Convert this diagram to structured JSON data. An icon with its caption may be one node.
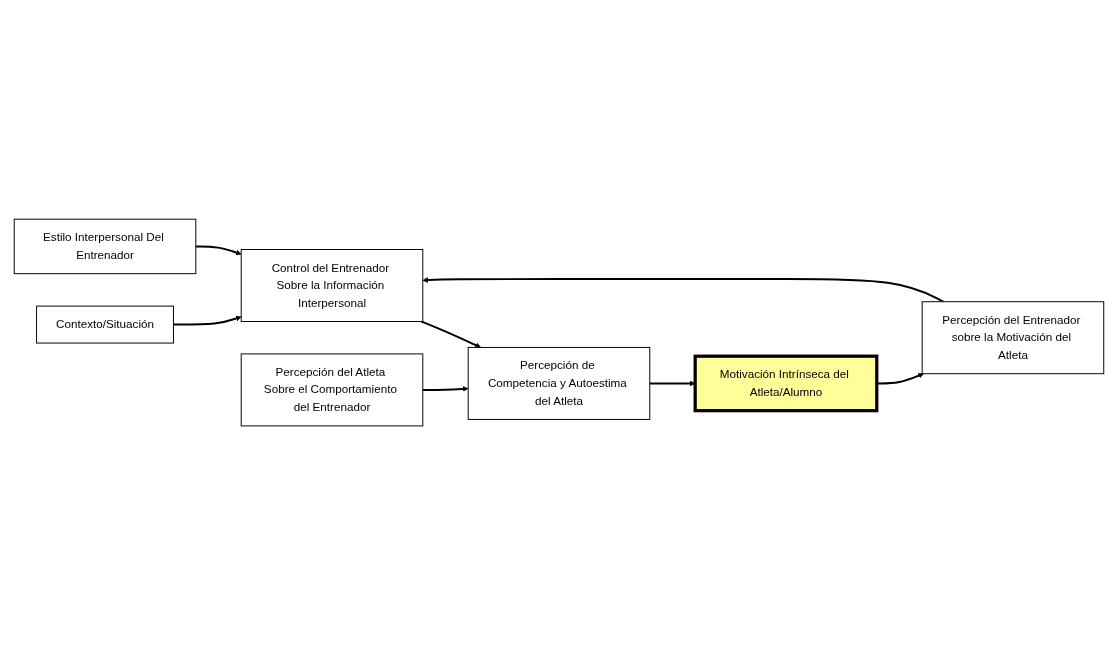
{
  "diagram": {
    "nodes": [
      {
        "text": [
          "Contexto/Situación"
        ]
      },
      {
        "text": [
          "Control del Entrenador Sobre la Información Interpersonal"
        ]
      },
      {
        "text": [
          "Percepción del Atleta Sobre el Comportamiento del Entrenador"
        ]
      },
      {
        "text": [
          "Estilo Interpersonal Del Entrenador"
        ]
      },
      {
        "text": [
          "Percepción de Competencia y Autoestima del Atleta"
        ]
      },
      {
        "text": [
          "Percepción del Entrenador sobre la Motivación del Atleta"
        ]
      },
      {
        "text": [
          "Motivación Intrínseca del Atleta/Alumno"
        ]
      }
    ],
    "edges": [
      {
        "from": 0,
        "to": 1,
        "arrow": "to"
      },
      {
        "from": 3,
        "to": 1,
        "arrow": "to"
      },
      {
        "from": 5,
        "to": 1,
        "arrow": "to"
      },
      {
        "from": 1,
        "to": 4,
        "arrow": "to"
      },
      {
        "from": 2,
        "to": 4,
        "arrow": "to"
      },
      {
        "from": 4,
        "to": 6,
        "arrow": "to"
      },
      {
        "from": 6,
        "to": 5,
        "arrow": "to"
      }
    ]
  }
}
